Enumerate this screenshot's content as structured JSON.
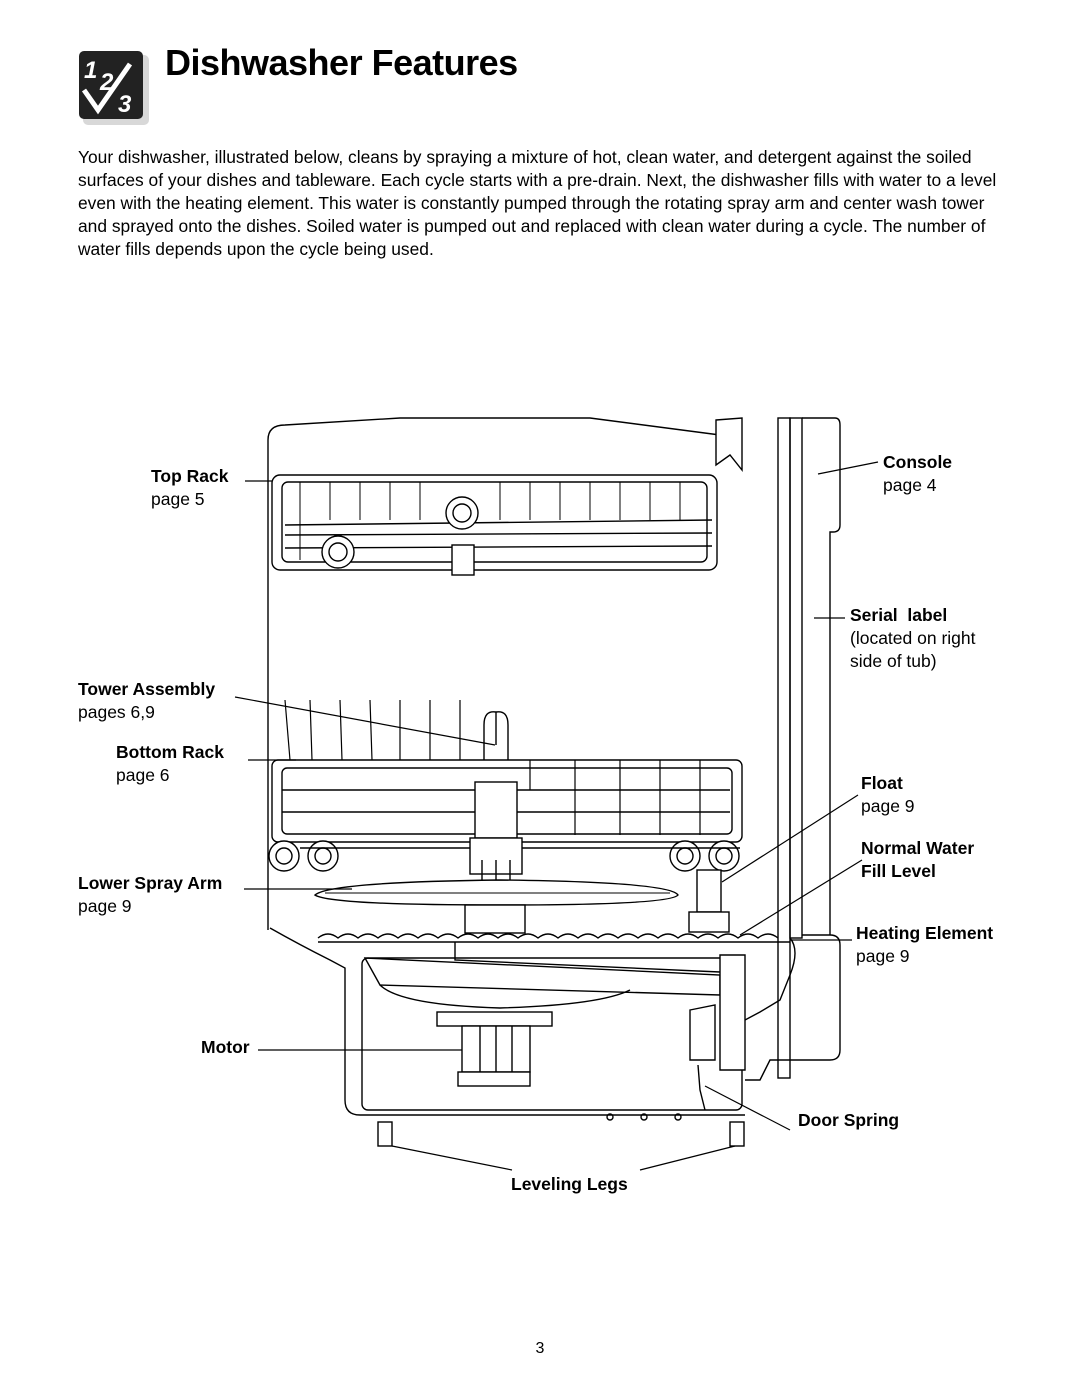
{
  "header": {
    "title": "Dishwasher Features",
    "icon": "steps-123-icon"
  },
  "intro": "Your dishwasher, illustrated below, cleans by spraying a mixture of hot, clean water, and detergent against the soiled surfaces of your dishes and tableware. Each cycle starts with a pre-drain. Next, the dishwasher fills with water to a level even with the heating element. This water is constantly pumped through the rotating spray arm and center wash tower and sprayed onto the dishes. Soiled water is pumped out and replaced with clean water during a cycle. The number of water fills depends upon the cycle being used.",
  "labels": {
    "top_rack": {
      "name": "Top Rack",
      "ref": "page 5"
    },
    "tower_assembly": {
      "name": "Tower Assembly",
      "ref": "pages 6,9"
    },
    "bottom_rack": {
      "name": "Bottom Rack",
      "ref": "page 6"
    },
    "lower_spray_arm": {
      "name": "Lower Spray Arm",
      "ref": "page 9"
    },
    "motor": {
      "name": "Motor"
    },
    "leveling_legs": {
      "name": "Leveling Legs"
    },
    "console": {
      "name": "Console",
      "ref": "page 4"
    },
    "serial_label": {
      "name": "Serial  label",
      "ref1": "(located on right",
      "ref2": "side of tub)"
    },
    "float": {
      "name": "Float",
      "ref": "page 9"
    },
    "normal_water": {
      "name1": "Normal Water",
      "name2": "Fill Level"
    },
    "heating_element": {
      "name": "Heating Element",
      "ref": "page 9"
    },
    "door_spring": {
      "name": "Door Spring"
    }
  },
  "page_number": "3"
}
